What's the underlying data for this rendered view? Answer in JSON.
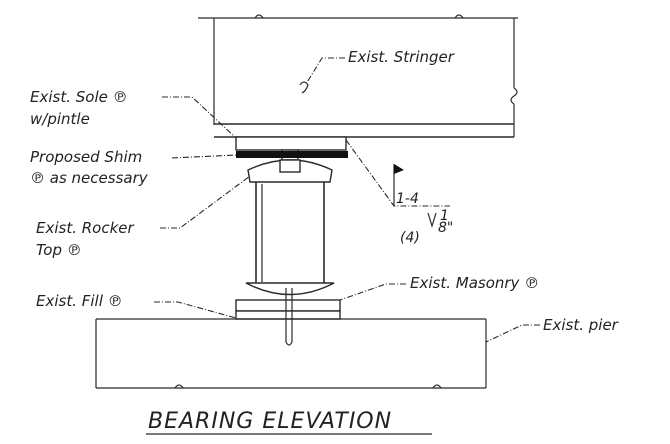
{
  "title": "BEARING ELEVATION",
  "labels": {
    "stringer": "Exist. Stringer",
    "sole_line1": "Exist. Sole ℗",
    "sole_line2": "w/pintle",
    "shim_line1": "Proposed Shim",
    "shim_line2": "℗ as necessary",
    "rocker_line1": "Exist. Rocker",
    "rocker_line2": "Top ℗",
    "fill": "Exist. Fill ℗",
    "masonry": "Exist. Masonry ℗",
    "pier": "Exist. pier"
  },
  "weld": {
    "size": "1-4",
    "count": "(4)",
    "fraction": "1/8\"",
    "fraction_num": "1",
    "fraction_den": "8\""
  }
}
